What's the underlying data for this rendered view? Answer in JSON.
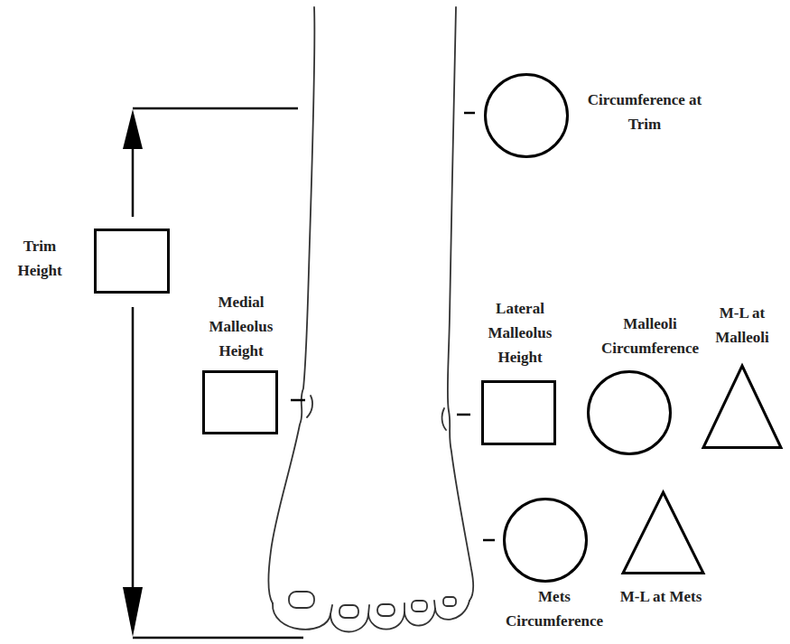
{
  "diagram": {
    "nodes": [
      {
        "text": [
          "Circumference at Trim"
        ]
      },
      {
        "text": [
          "Trim Height"
        ]
      },
      {
        "text": [
          "Medial Malleolus Height"
        ]
      },
      {
        "text": [
          "Lateral Malleolus Height"
        ]
      },
      {
        "text": [
          "Malleoli Circumference"
        ]
      },
      {
        "text": [
          "M-L at Malleoli"
        ]
      },
      {
        "text": [
          "Mets Circumference"
        ]
      },
      {
        "text": [
          "M-L at Mets"
        ]
      }
    ]
  }
}
